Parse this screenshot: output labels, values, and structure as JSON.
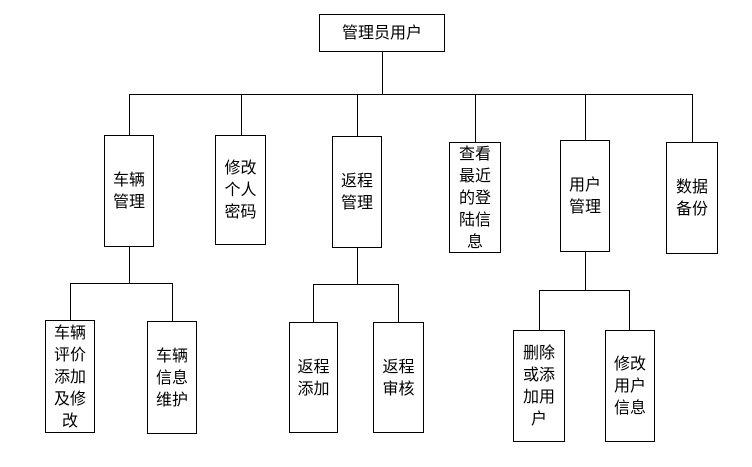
{
  "diagram": {
    "root": {
      "label": "管理员用户"
    },
    "level2": [
      {
        "label": "车辆管理"
      },
      {
        "label": "修改个人密码"
      },
      {
        "label": "返程管理"
      },
      {
        "label": "查看最近的登陆信息"
      },
      {
        "label": "用户管理"
      },
      {
        "label": "数据备份"
      }
    ],
    "level3": [
      {
        "label": "车辆评价添加及修改",
        "parent": "车辆管理"
      },
      {
        "label": "车辆信息维护",
        "parent": "车辆管理"
      },
      {
        "label": "返程添加",
        "parent": "返程管理"
      },
      {
        "label": "返程审核",
        "parent": "返程管理"
      },
      {
        "label": "删除或添加用户",
        "parent": "用户管理"
      },
      {
        "label": "修改用户信息",
        "parent": "用户管理"
      }
    ],
    "colors": {
      "line": "#000000",
      "box_border": "#000000",
      "box_fill": "#ffffff",
      "background": "#ffffff",
      "text": "#000000"
    }
  }
}
